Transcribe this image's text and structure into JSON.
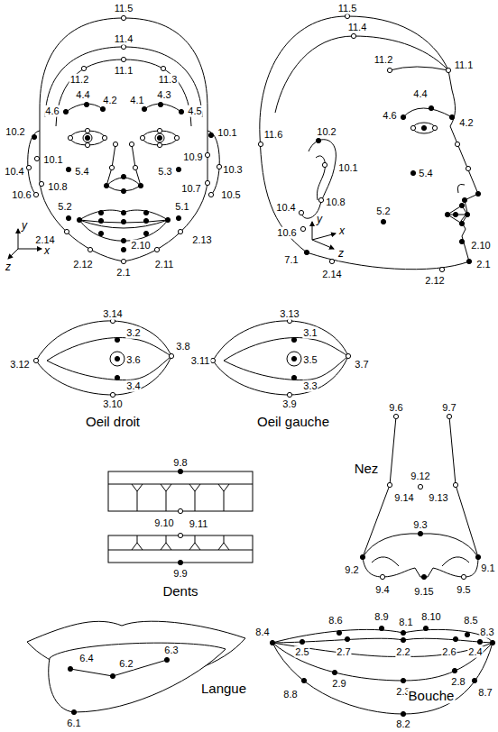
{
  "diagram": {
    "labels": [
      "11.5",
      "11.4",
      "11.2",
      "11.1",
      "11.3",
      "4.4",
      "4.2",
      "4.1",
      "4.3",
      "4.6",
      "4.5",
      "10.2",
      "10.1",
      "10.1",
      "10.9",
      "10.4",
      "10.3",
      "5.4",
      "5.3",
      "10.6",
      "10.8",
      "10.7",
      "10.5",
      "5.2",
      "5.1",
      "2.14",
      "2.13",
      "2.10",
      "2.12",
      "2.11",
      "2.1",
      "y",
      "x",
      "z",
      "11.5",
      "11.4",
      "11.2",
      "11.1",
      "4.4",
      "4.6",
      "4.2",
      "11.6",
      "10.2",
      "10.1",
      "5.4",
      "10.4",
      "10.8",
      "10.6",
      "y",
      "x",
      "z",
      "7.1",
      "5.2",
      "2.10",
      "2.14",
      "2.12",
      "2.1",
      "3.14",
      "3.2",
      "3.6",
      "3.8",
      "3.12",
      "3.4",
      "3.10",
      "3.13",
      "3.1",
      "3.5",
      "3.11",
      "3.7",
      "3.3",
      "3.9",
      "Oeil droit",
      "Oeil gauche",
      "9.8",
      "9.10",
      "9.11",
      "9.9",
      "Dents",
      "9.6",
      "9.7",
      "Nez",
      "9.12",
      "9.14",
      "9.13",
      "9.3",
      "9.2",
      "9.1",
      "9.4",
      "9.15",
      "9.5",
      "6.4",
      "6.2",
      "6.3",
      "6.1",
      "Langue",
      "8.4",
      "8.6",
      "8.9",
      "8.1",
      "8.10",
      "8.5",
      "8.3",
      "2.5",
      "2.7",
      "2.2",
      "2.6",
      "2.4",
      "8.8",
      "2.9",
      "2.3",
      "2.8",
      "8.7",
      "8.2",
      "Bouche"
    ]
  }
}
